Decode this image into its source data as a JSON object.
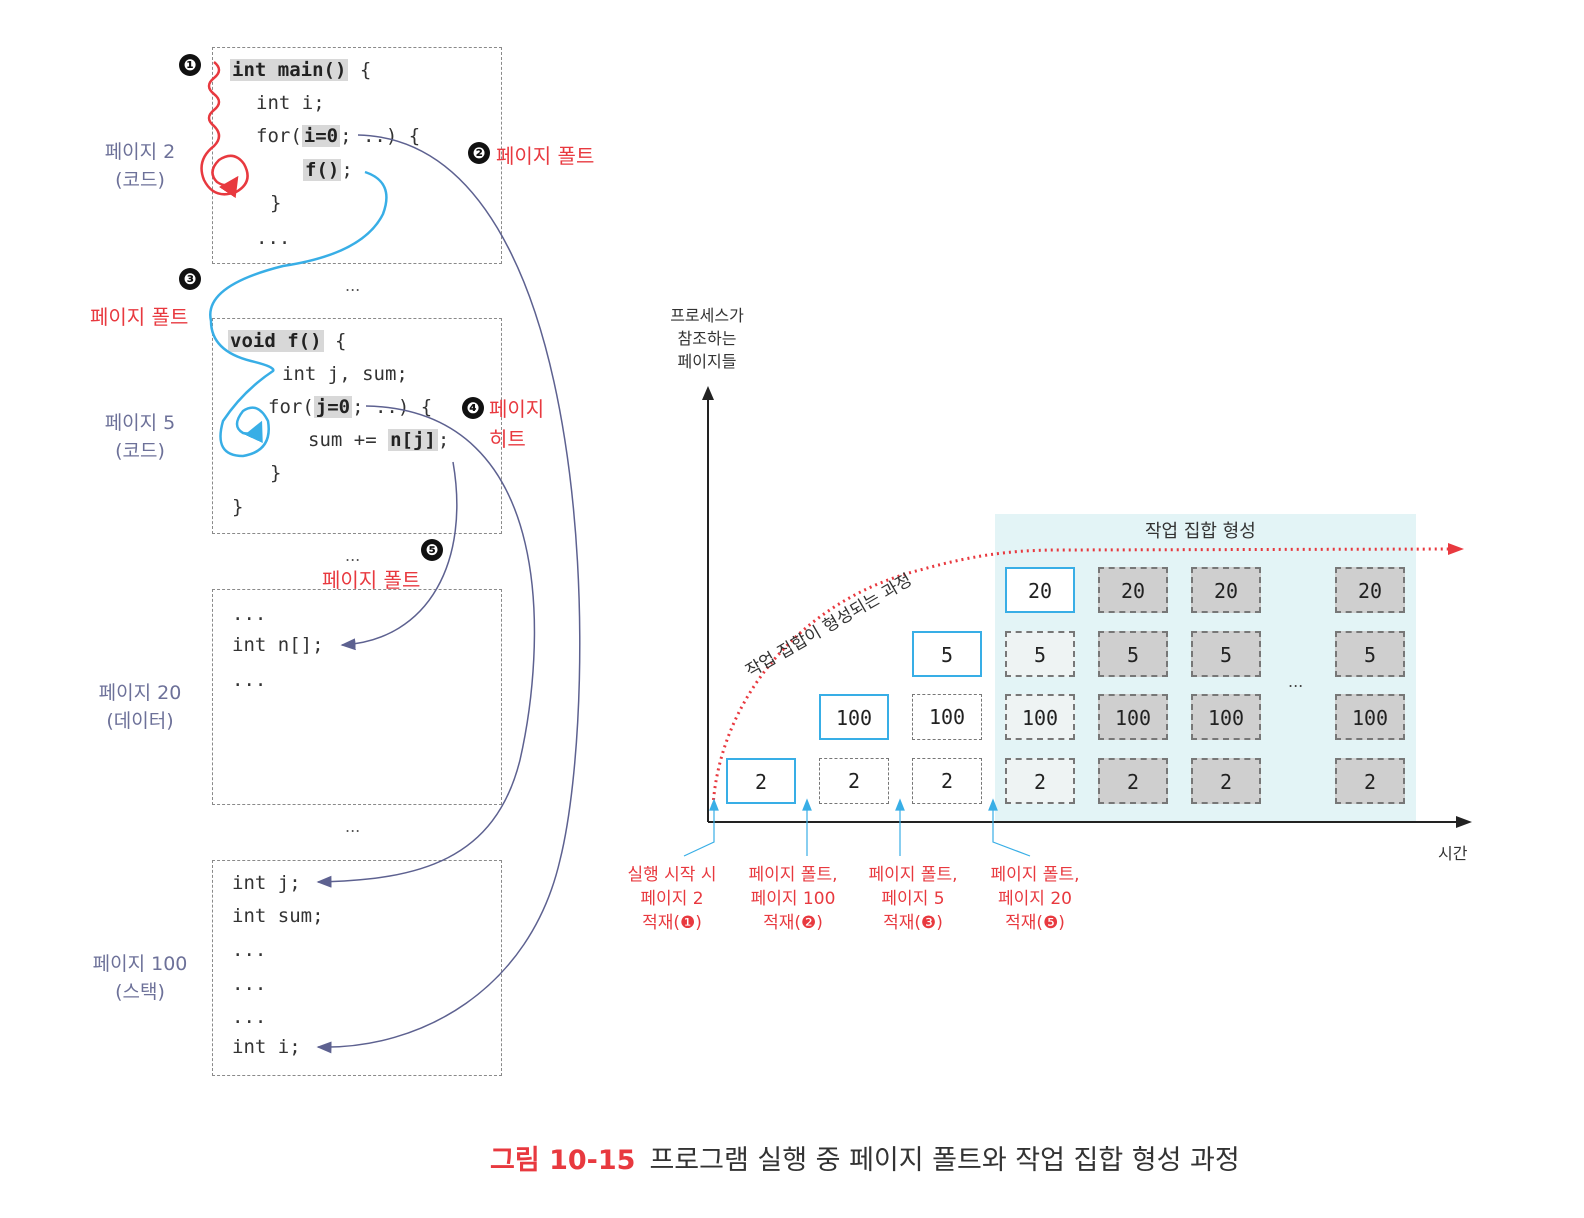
{
  "left": {
    "pages": [
      {
        "label": "페이지 2",
        "sub": "(코드)",
        "lines": [
          "int main()",
          " {",
          "int i;",
          "for(",
          "i=0",
          "; ..) {",
          "f()",
          ";",
          "}",
          "..."
        ]
      },
      {
        "label": "페이지 5",
        "sub": "(코드)",
        "lines": [
          "void f()",
          " {",
          "int j, sum;",
          "for(",
          "j=0",
          "; ..) {",
          "sum += ",
          "n[j]",
          ";",
          "}",
          "}"
        ]
      },
      {
        "label": "페이지 20",
        "sub": "(데이터)",
        "lines": [
          "...",
          "int n[];",
          "..."
        ]
      },
      {
        "label": "페이지 100",
        "sub": "(스택)",
        "lines": [
          "int j;",
          "int sum;",
          "...",
          "...",
          "...",
          "int i;"
        ]
      }
    ],
    "gap_dots": "...",
    "markers": [
      "❶",
      "❷",
      "❸",
      "❹",
      "❺"
    ],
    "annotations": {
      "fault2": "페이지 폴트",
      "fault3": "페이지 폴트",
      "hit4_line1": "페이지",
      "hit4_line2": "히트",
      "fault5": "페이지 폴트"
    }
  },
  "chart": {
    "y_label": [
      "프로세스가",
      "참조하는",
      "페이지들"
    ],
    "x_label": "시간",
    "region_label": "작업 집합 형성",
    "curve_label": "작업 집합이 형성되는 과정",
    "ellipsis": "...",
    "columns": [
      {
        "cells": [
          "2"
        ],
        "new": "2"
      },
      {
        "cells": [
          "2",
          "100"
        ],
        "new": "100"
      },
      {
        "cells": [
          "2",
          "100",
          "5"
        ],
        "new": "5"
      },
      {
        "cells": [
          "2",
          "100",
          "5",
          "20"
        ],
        "new": "20"
      },
      {
        "cells": [
          "2",
          "100",
          "5",
          "20"
        ]
      },
      {
        "cells": [
          "2",
          "100",
          "5",
          "20"
        ]
      },
      {
        "cells": [
          "2",
          "100",
          "5",
          "20"
        ]
      }
    ],
    "events": [
      [
        "실행 시작 시",
        "페이지 2",
        "적재(❶)"
      ],
      [
        "페이지 폴트,",
        "페이지 100",
        "적재(❷)"
      ],
      [
        "페이지 폴트,",
        "페이지 5",
        "적재(❸)"
      ],
      [
        "페이지 폴트,",
        "페이지 20",
        "적재(❺)"
      ]
    ],
    "colors": {
      "new": "#38aee6",
      "working_set": "#cfcfcf",
      "region": "#e3f4f6",
      "curve": "#e8393f"
    }
  },
  "caption": {
    "number": "그림 10-15",
    "text": "프로그램 실행 중 페이지 폴트와 작업 집합 형성 과정"
  }
}
